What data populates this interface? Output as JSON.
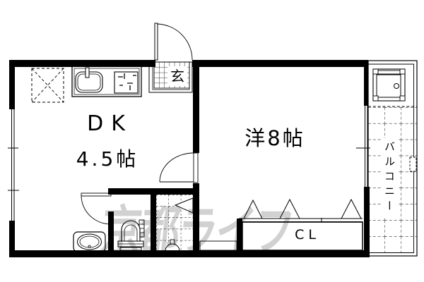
{
  "floorplan": {
    "watermark": "京都ライフ",
    "rooms": {
      "dining_kitchen": {
        "label": "DK",
        "size": "4.5帖"
      },
      "western_room": {
        "label": "洋8帖"
      },
      "closet": {
        "label": "CL"
      },
      "entrance": {
        "label": "玄"
      },
      "balcony": {
        "label": "バルコニー"
      }
    },
    "fixtures": [
      "refrigerator-space-icon",
      "kitchen-sink-icon",
      "gas-stove-icon",
      "entrance-door-swing-icon",
      "room-door-swing-icon",
      "toilet-icon",
      "toilet-door-swing-icon",
      "bathroom-tile-icon",
      "bathroom-folding-door-icon",
      "shower-drain-icon",
      "washbasin-icon",
      "closet-folding-door-icon",
      "washing-machine-pan-icon",
      "balcony-tile-icon",
      "sliding-window-icon"
    ],
    "colors": {
      "line": "#000000",
      "background": "#ffffff"
    }
  }
}
